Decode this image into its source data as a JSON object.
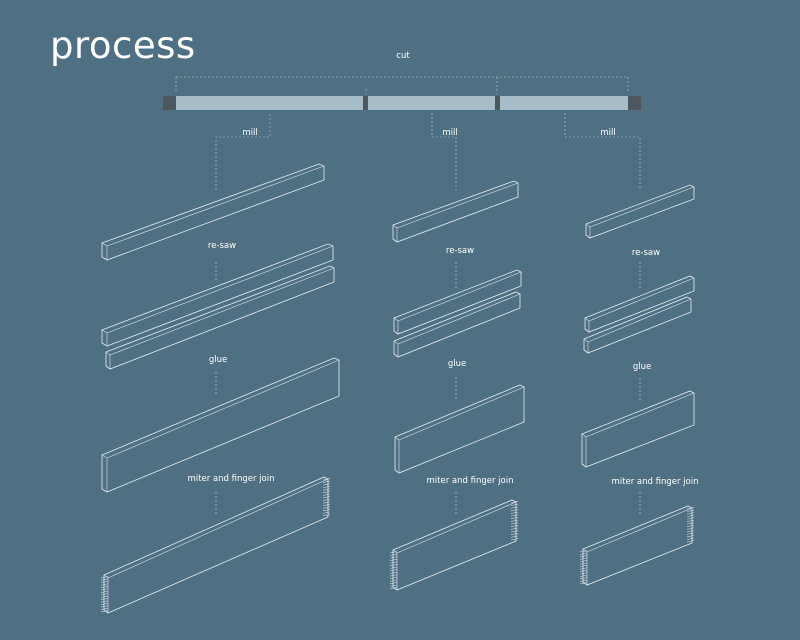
{
  "title": "process",
  "labels": {
    "cut": "cut",
    "mill": "mill",
    "resaw": "re-saw",
    "glue": "glue",
    "join": "miter and finger join"
  },
  "colors": {
    "background": "#4f7082",
    "line": "#e6eef2",
    "board": "#a6bcc8",
    "board_end": "#4d585e"
  }
}
